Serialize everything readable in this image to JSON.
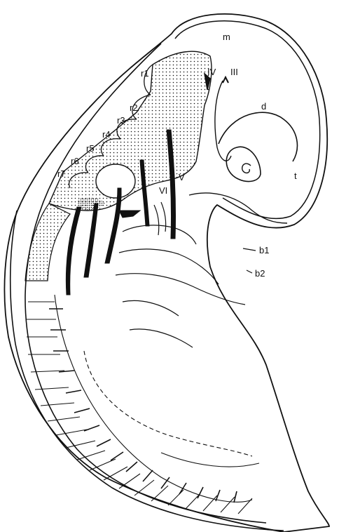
{
  "colors": {
    "ink": "#111111",
    "paper": "#ffffff"
  },
  "labels": {
    "m": "m",
    "d": "d",
    "t": "t",
    "r1": "r1",
    "r2": "r2",
    "r3": "r3",
    "r4": "r4",
    "r5": "r5",
    "r6": "r6",
    "r7": "r7",
    "IV": "IV",
    "III": "III",
    "V": "V",
    "VI": "VI",
    "b1": "b1",
    "b2": "b2"
  }
}
